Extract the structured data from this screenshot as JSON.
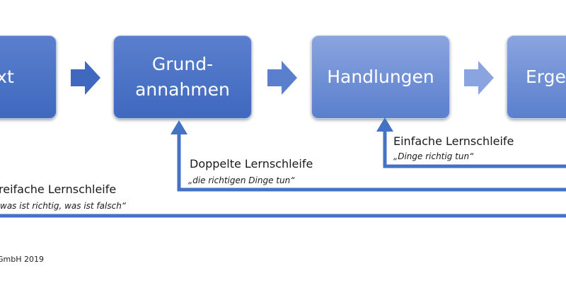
{
  "colors": {
    "box_dark": "#3f69bf",
    "box_mid": "#5a7fcd",
    "box_light": "#8aa4df",
    "loop_line": "#4472c4"
  },
  "boxes": [
    {
      "id": "kontext",
      "label": "ext"
    },
    {
      "id": "grundannahmen",
      "label": "Grund-\nannahmen"
    },
    {
      "id": "handlungen",
      "label": "Handlungen"
    },
    {
      "id": "ergebnisse",
      "label": "Erge"
    }
  ],
  "loops": {
    "single": {
      "title": "Einfache Lernschleife",
      "quote": "„Dinge richtig tun“"
    },
    "double": {
      "title": "Doppelte Lernschleife",
      "quote": "„die richtigen Dinge tun“"
    },
    "triple": {
      "title": "reifache Lernschleife",
      "quote": "was ist richtig, was ist falsch“"
    }
  },
  "footer": "GmbH 2019"
}
